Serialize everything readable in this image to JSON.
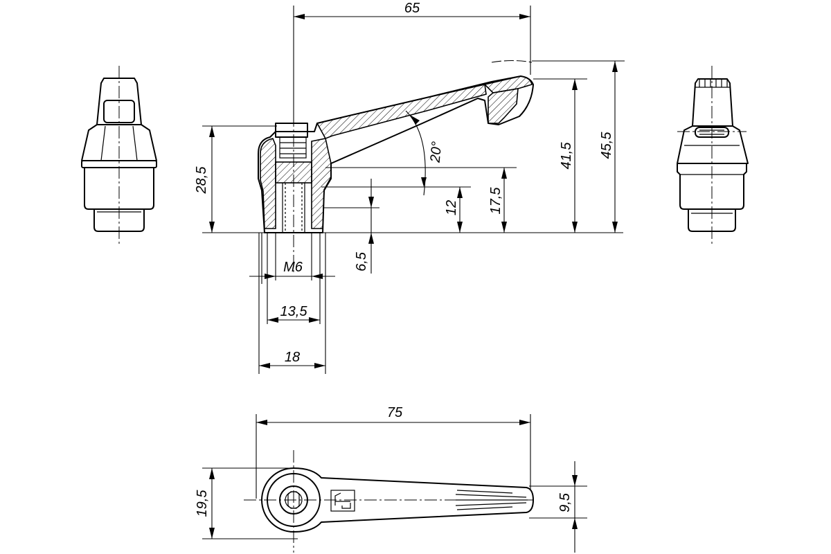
{
  "diagram": {
    "dimensions": {
      "d65": "65",
      "d28_5": "28,5",
      "d41_5": "41,5",
      "d45_5": "45,5",
      "d20deg": "20°",
      "d17_5": "17,5",
      "d12": "12",
      "d6_5": "6,5",
      "m6": "M6",
      "d13_5": "13,5",
      "d18": "18",
      "d75": "75",
      "d19_5": "19,5",
      "d9_5": "9,5"
    }
  }
}
